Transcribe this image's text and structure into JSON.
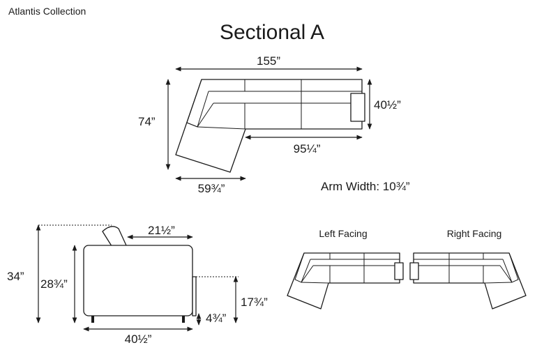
{
  "collection": "Atlantis Collection",
  "title": "Sectional A",
  "top_view": {
    "total_width": "155”",
    "total_depth": "74”",
    "right_depth": "40½”",
    "right_length": "95¼”",
    "chaise_width": "59¾”",
    "arm_width_label": "Arm Width: 10¾”"
  },
  "side_view": {
    "overall_height": "34”",
    "body_height": "28¾”",
    "back_depth": "21½”",
    "seat_height": "17¾”",
    "leg_height": "4¾”",
    "depth": "40½”"
  },
  "variants": {
    "left_label": "Left Facing",
    "right_label": "Right Facing"
  }
}
